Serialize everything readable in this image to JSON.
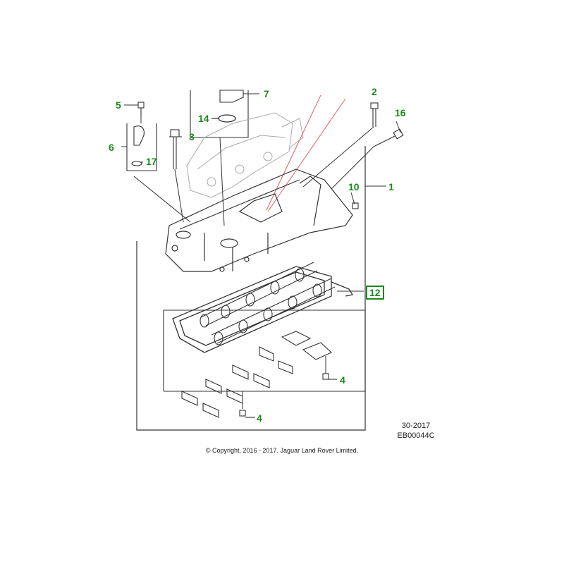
{
  "diagram": {
    "callouts": [
      {
        "id": "5",
        "text": "5"
      },
      {
        "id": "7",
        "text": "7"
      },
      {
        "id": "2",
        "text": "2"
      },
      {
        "id": "16",
        "text": "16"
      },
      {
        "id": "14",
        "text": "14"
      },
      {
        "id": "3",
        "text": "3"
      },
      {
        "id": "6",
        "text": "6"
      },
      {
        "id": "17",
        "text": "17"
      },
      {
        "id": "10",
        "text": "10"
      },
      {
        "id": "1",
        "text": "1"
      },
      {
        "id": "12",
        "text": "12",
        "boxed": true
      },
      {
        "id": "4a",
        "text": "4"
      },
      {
        "id": "4b",
        "text": "4"
      }
    ],
    "reference": {
      "date_code": "30-2017",
      "part_code": "EB00044C"
    },
    "copyright": "© Copyright, 2016 - 2017. Jaguar Land Rover Limited."
  },
  "colors": {
    "callout": "#1a8a1a",
    "callout_box": "#1a8a1a",
    "lines": "#333333",
    "faint_lines": "#9a9a9a",
    "red_lines": "#e06060",
    "text": "#222222"
  }
}
